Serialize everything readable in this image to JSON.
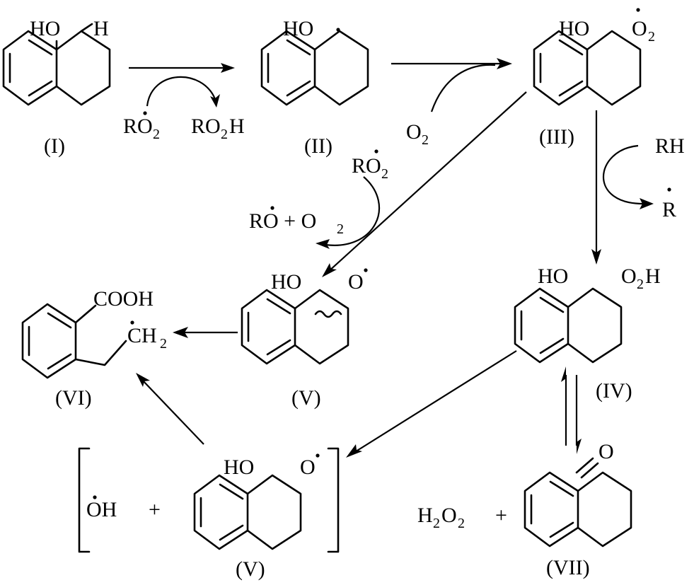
{
  "labels": {
    "I": "(I)",
    "II": "(II)",
    "III": "(III)",
    "IV": "(IV)",
    "V": "(V)",
    "V_bracket": "(V)",
    "VI": "(VI)",
    "VII": "(VII)"
  },
  "groups": {
    "HO": "HO",
    "H": "H",
    "O": "O",
    "O2": "O",
    "O2_sub": "2",
    "O2H": "O",
    "O2H_sub": "2",
    "O2H_H": "H",
    "COOH": "COOH",
    "CH2": "CH",
    "CH2_sub": "2",
    "ketone_O": "O"
  },
  "reagents": {
    "RO2": "RO",
    "RO2_sub": "2",
    "RO2H": "RO",
    "RO2H_sub": "2",
    "RO2H_H": "H",
    "O2": "O",
    "O2_sub": "2",
    "RH": "RH",
    "R": "R",
    "RO2b": "RO",
    "RO2b_sub": "2",
    "RO_plus_O2": "RO + O",
    "RO_plus_O2_sub": "2",
    "OH": "OH",
    "plus": "+",
    "H2O2_a": "H",
    "H2O2_sub1": "2",
    "H2O2_b": "O",
    "H2O2_sub2": "2"
  }
}
